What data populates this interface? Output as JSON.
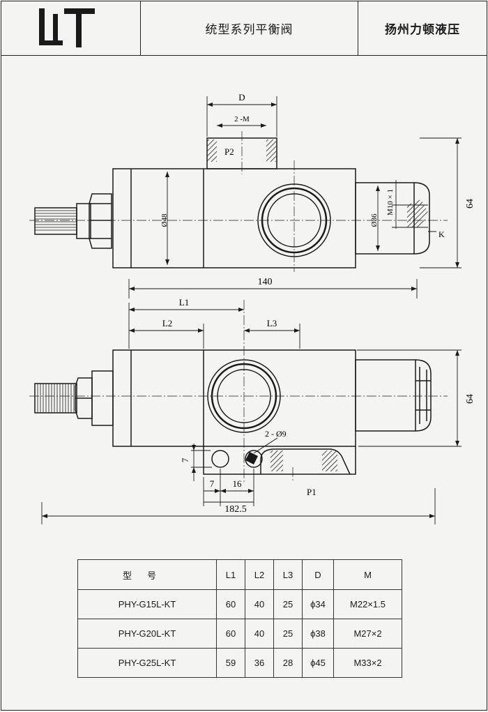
{
  "header": {
    "logo_mark": "LIT",
    "title": "统型系列平衡阀",
    "brand": "扬州力顿液压"
  },
  "top_view": {
    "labels": {
      "d": "D",
      "two_m": "2 -M",
      "p2": "P2",
      "phi48": "Ø48",
      "phi36": "Ø36",
      "m10": "M10 × 1",
      "k": "K",
      "h64": "64",
      "len140": "140"
    }
  },
  "front_view": {
    "labels": {
      "l1": "L1",
      "l2": "L2",
      "l3": "L3",
      "two_phi9": "2 - Ø9",
      "h64": "64",
      "d7v": "7",
      "d7h": "7",
      "d16": "16",
      "p1": "P1",
      "len182": "182.5"
    }
  },
  "spec_table": {
    "headers": [
      "型号",
      "L1",
      "L2",
      "L3",
      "D",
      "M"
    ],
    "rows": [
      [
        "PHY-G15L-KT",
        "60",
        "40",
        "25",
        "ϕ34",
        "M22×1.5"
      ],
      [
        "PHY-G20L-KT",
        "60",
        "40",
        "25",
        "ϕ38",
        "M27×2"
      ],
      [
        "PHY-G25L-KT",
        "59",
        "36",
        "28",
        "ϕ45",
        "M33×2"
      ]
    ]
  }
}
